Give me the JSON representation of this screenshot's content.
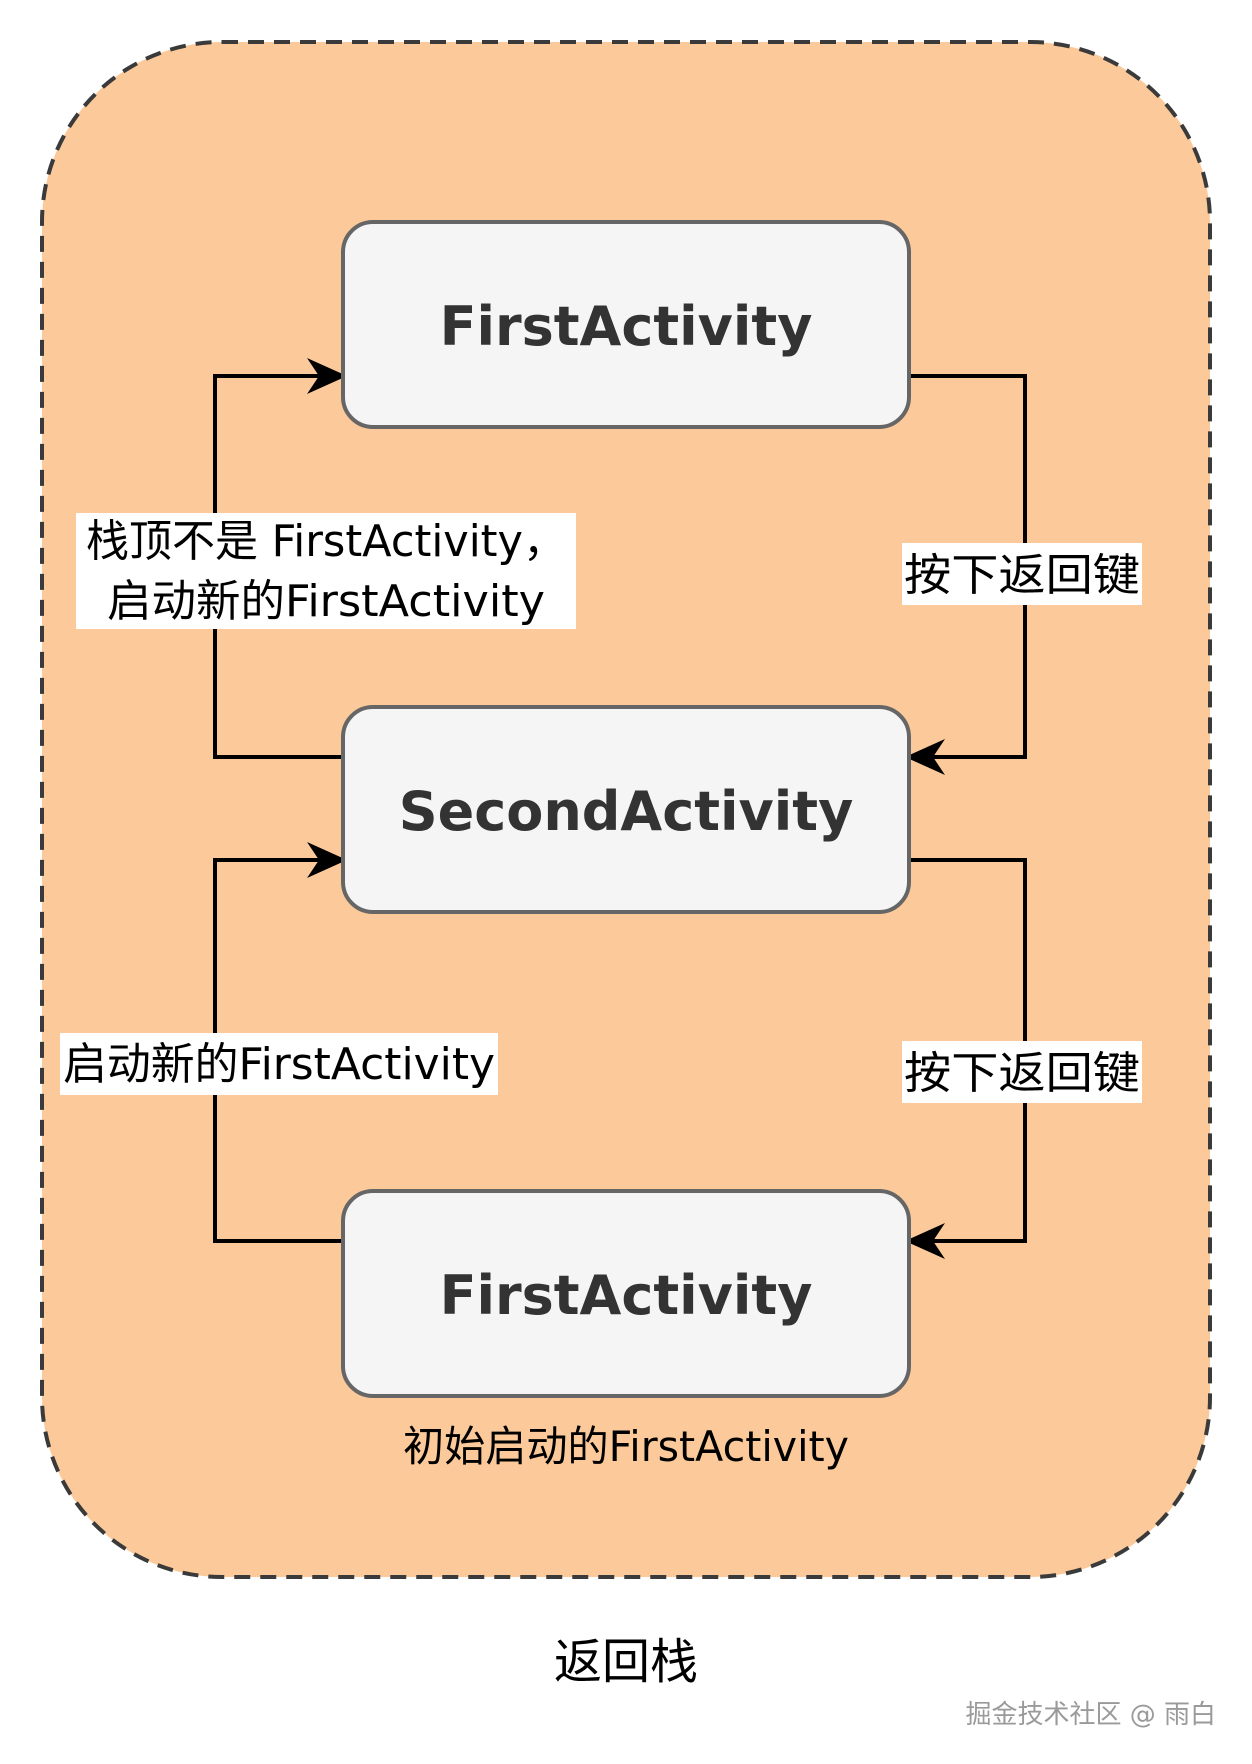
{
  "diagram": {
    "title": "返回栈",
    "container_color": "#fcca9a",
    "box_fill": "#f5f5f5",
    "box_stroke": "#666666",
    "nodes": {
      "top": "FirstActivity",
      "middle": "SecondActivity",
      "bottom": "FirstActivity"
    },
    "bottom_caption": "初始启动的FirstActivity",
    "edge_labels": {
      "left_upper_line1": "栈顶不是 FirstActivity，",
      "left_upper_line2": "启动新的FirstActivity",
      "left_lower": "启动新的FirstActivity",
      "right_upper": "按下返回键",
      "right_lower": "按下返回键"
    }
  },
  "watermark": "掘金技术社区 @ 雨白"
}
